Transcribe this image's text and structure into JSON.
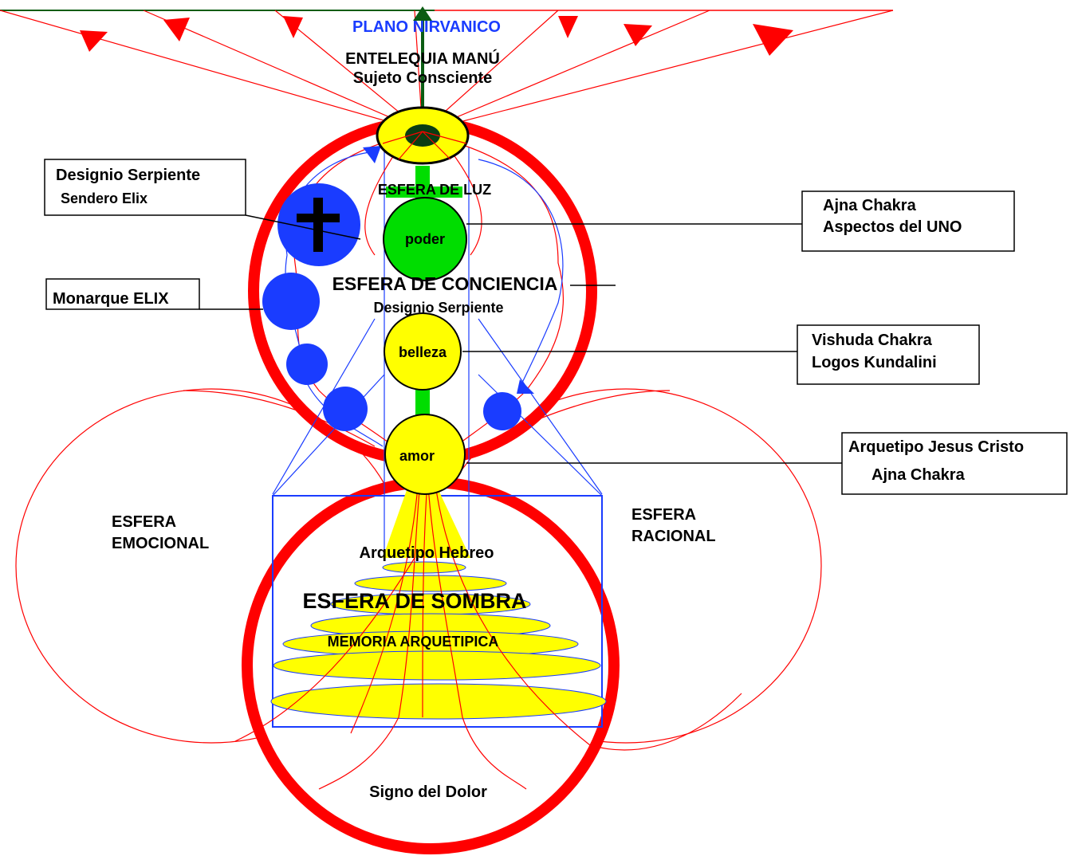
{
  "top": {
    "plane_title": "PLANO NIRVANICO",
    "entelequia": "ENTELEQUIA MANÚ",
    "sujeto": "Sujeto Consciente"
  },
  "spheres": {
    "luz": "ESFERA DE LUZ",
    "conciencia": "ESFERA DE CONCIENCIA",
    "designio": "Designio Serpiente",
    "emocional_1": "ESFERA",
    "emocional_2": "EMOCIONAL",
    "racional_1": "ESFERA",
    "racional_2": "RACIONAL",
    "hebreo": "Arquetipo Hebreo",
    "sombra": "ESFERA DE SOMBRA",
    "memoria": "MEMORIA ARQUETIPICA",
    "dolor": "Signo del Dolor"
  },
  "centers": {
    "poder": "poder",
    "belleza": "belleza",
    "amor": "amor"
  },
  "callouts": {
    "designio_serpiente_1": "Designio Serpiente",
    "designio_serpiente_2": "Sendero Elix",
    "monarque": "Monarque ELIX",
    "ajna_1": "Ajna Chakra",
    "ajna_2": "Aspectos del UNO",
    "vishuda_1": "Vishuda Chakra",
    "vishuda_2": "Logos Kundalini",
    "jesus_1": "Arquetipo Jesus Cristo",
    "jesus_2": "Ajna Chakra"
  },
  "colors": {
    "red": "#ff0000",
    "blue": "#1a3cff",
    "yellow": "#ffff00",
    "green": "#00dd00",
    "dark_green": "#0b3d13"
  }
}
